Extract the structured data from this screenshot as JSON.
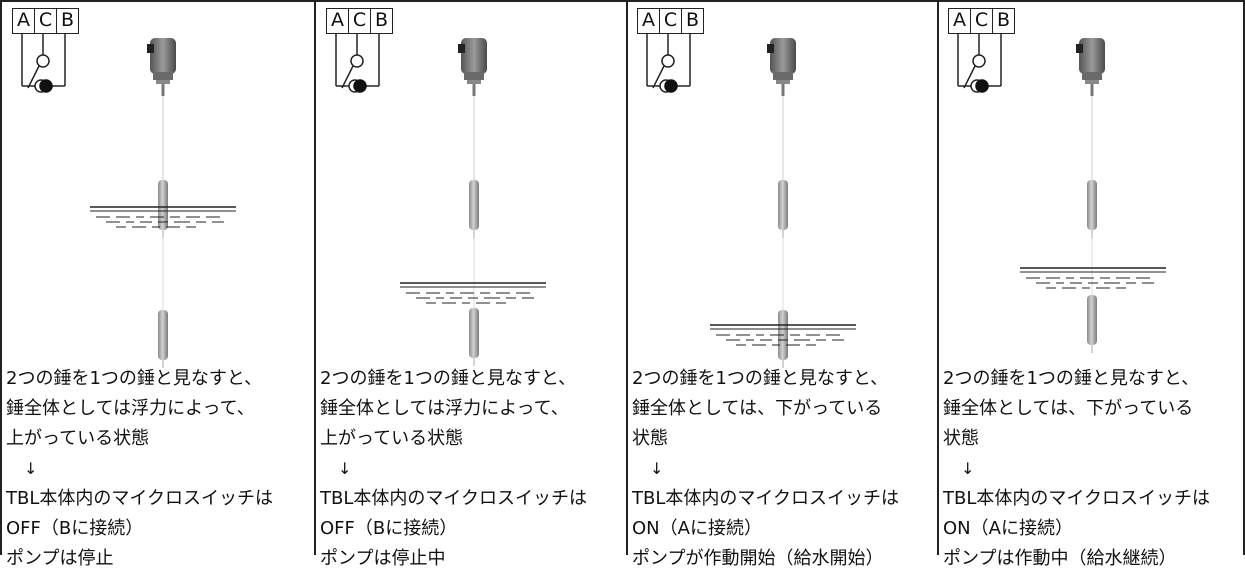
{
  "terminal_labels": [
    "A",
    "C",
    "B"
  ],
  "panels": [
    {
      "desc1": "2つの錘を1つの錘と見なすと、",
      "desc2": "錘全体としては浮力によって、",
      "desc3": "上がっている状態",
      "arrow": "↓",
      "desc4": "TBL本体内のマイクロスイッチは",
      "desc5": "OFF（Bに接続）",
      "desc6": "ポンプは停止"
    },
    {
      "desc1": "2つの錘を1つの錘と見なすと、",
      "desc2": "錘全体としては浮力によって、",
      "desc3": "上がっている状態",
      "arrow": "↓",
      "desc4": "TBL本体内のマイクロスイッチは",
      "desc5": "OFF（Bに接続）",
      "desc6": "ポンプは停止中"
    },
    {
      "desc1": "2つの錘を1つの錘と見なすと、",
      "desc2": "錘全体としては、下がっている",
      "desc3": "状態",
      "arrow": "↓",
      "desc4": "TBL本体内のマイクロスイッチは",
      "desc5": "ON（Aに接続）",
      "desc6": "ポンプが作動開始（給水開始）"
    },
    {
      "desc1": "2つの錘を1つの錘と見なすと、",
      "desc2": "錘全体としては、下がっている",
      "desc3": "状態",
      "arrow": "↓",
      "desc4": "TBL本体内のマイクロスイッチは",
      "desc5": "ON（Aに接続）",
      "desc6": "ポンプは作動中（給水継続）"
    }
  ]
}
